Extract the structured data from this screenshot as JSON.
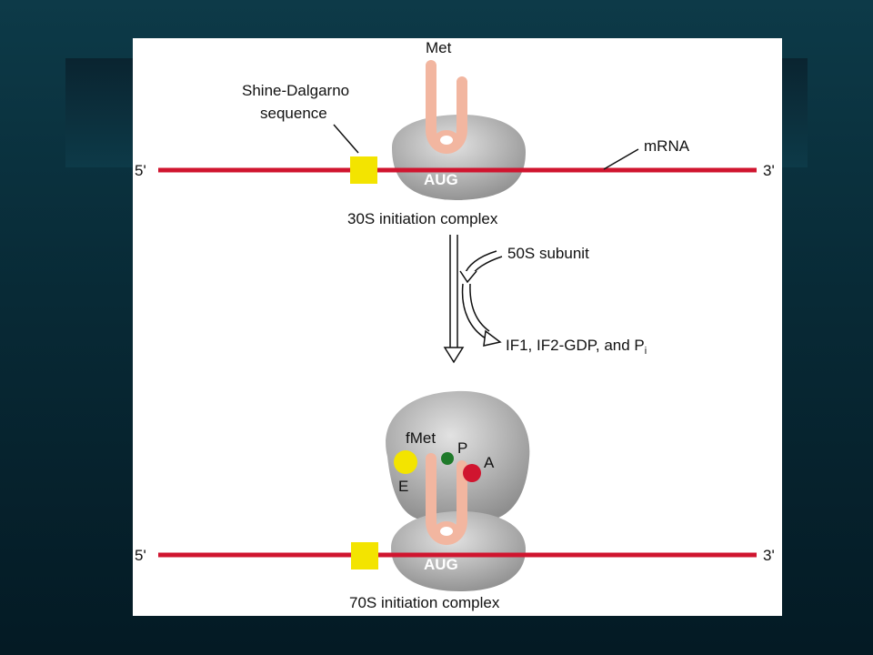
{
  "labels": {
    "met": "Met",
    "shine_dalgarno": "Shine-Dalgarno",
    "sequence": "sequence",
    "mrna": "mRNA",
    "five_prime": "5'",
    "three_prime": "3'",
    "aug": "AUG",
    "complex_30s": "30S initiation complex",
    "subunit_50s": "50S subunit",
    "released_factors": "IF1, IF2-GDP, and P",
    "released_subscript": "i",
    "fmet": "fMet",
    "site_e": "E",
    "site_p": "P",
    "site_a": "A",
    "complex_70s": "70S initiation complex"
  },
  "colors": {
    "mrna": "#d0152f",
    "shine_dalgarno_box": "#f3e400",
    "trna": "#f2b6a0",
    "ribosome": "#b8b8b8",
    "site_e": "#f3e400",
    "site_p": "#1f7a2a",
    "site_a": "#d0152f",
    "background": "#0d3a48"
  }
}
